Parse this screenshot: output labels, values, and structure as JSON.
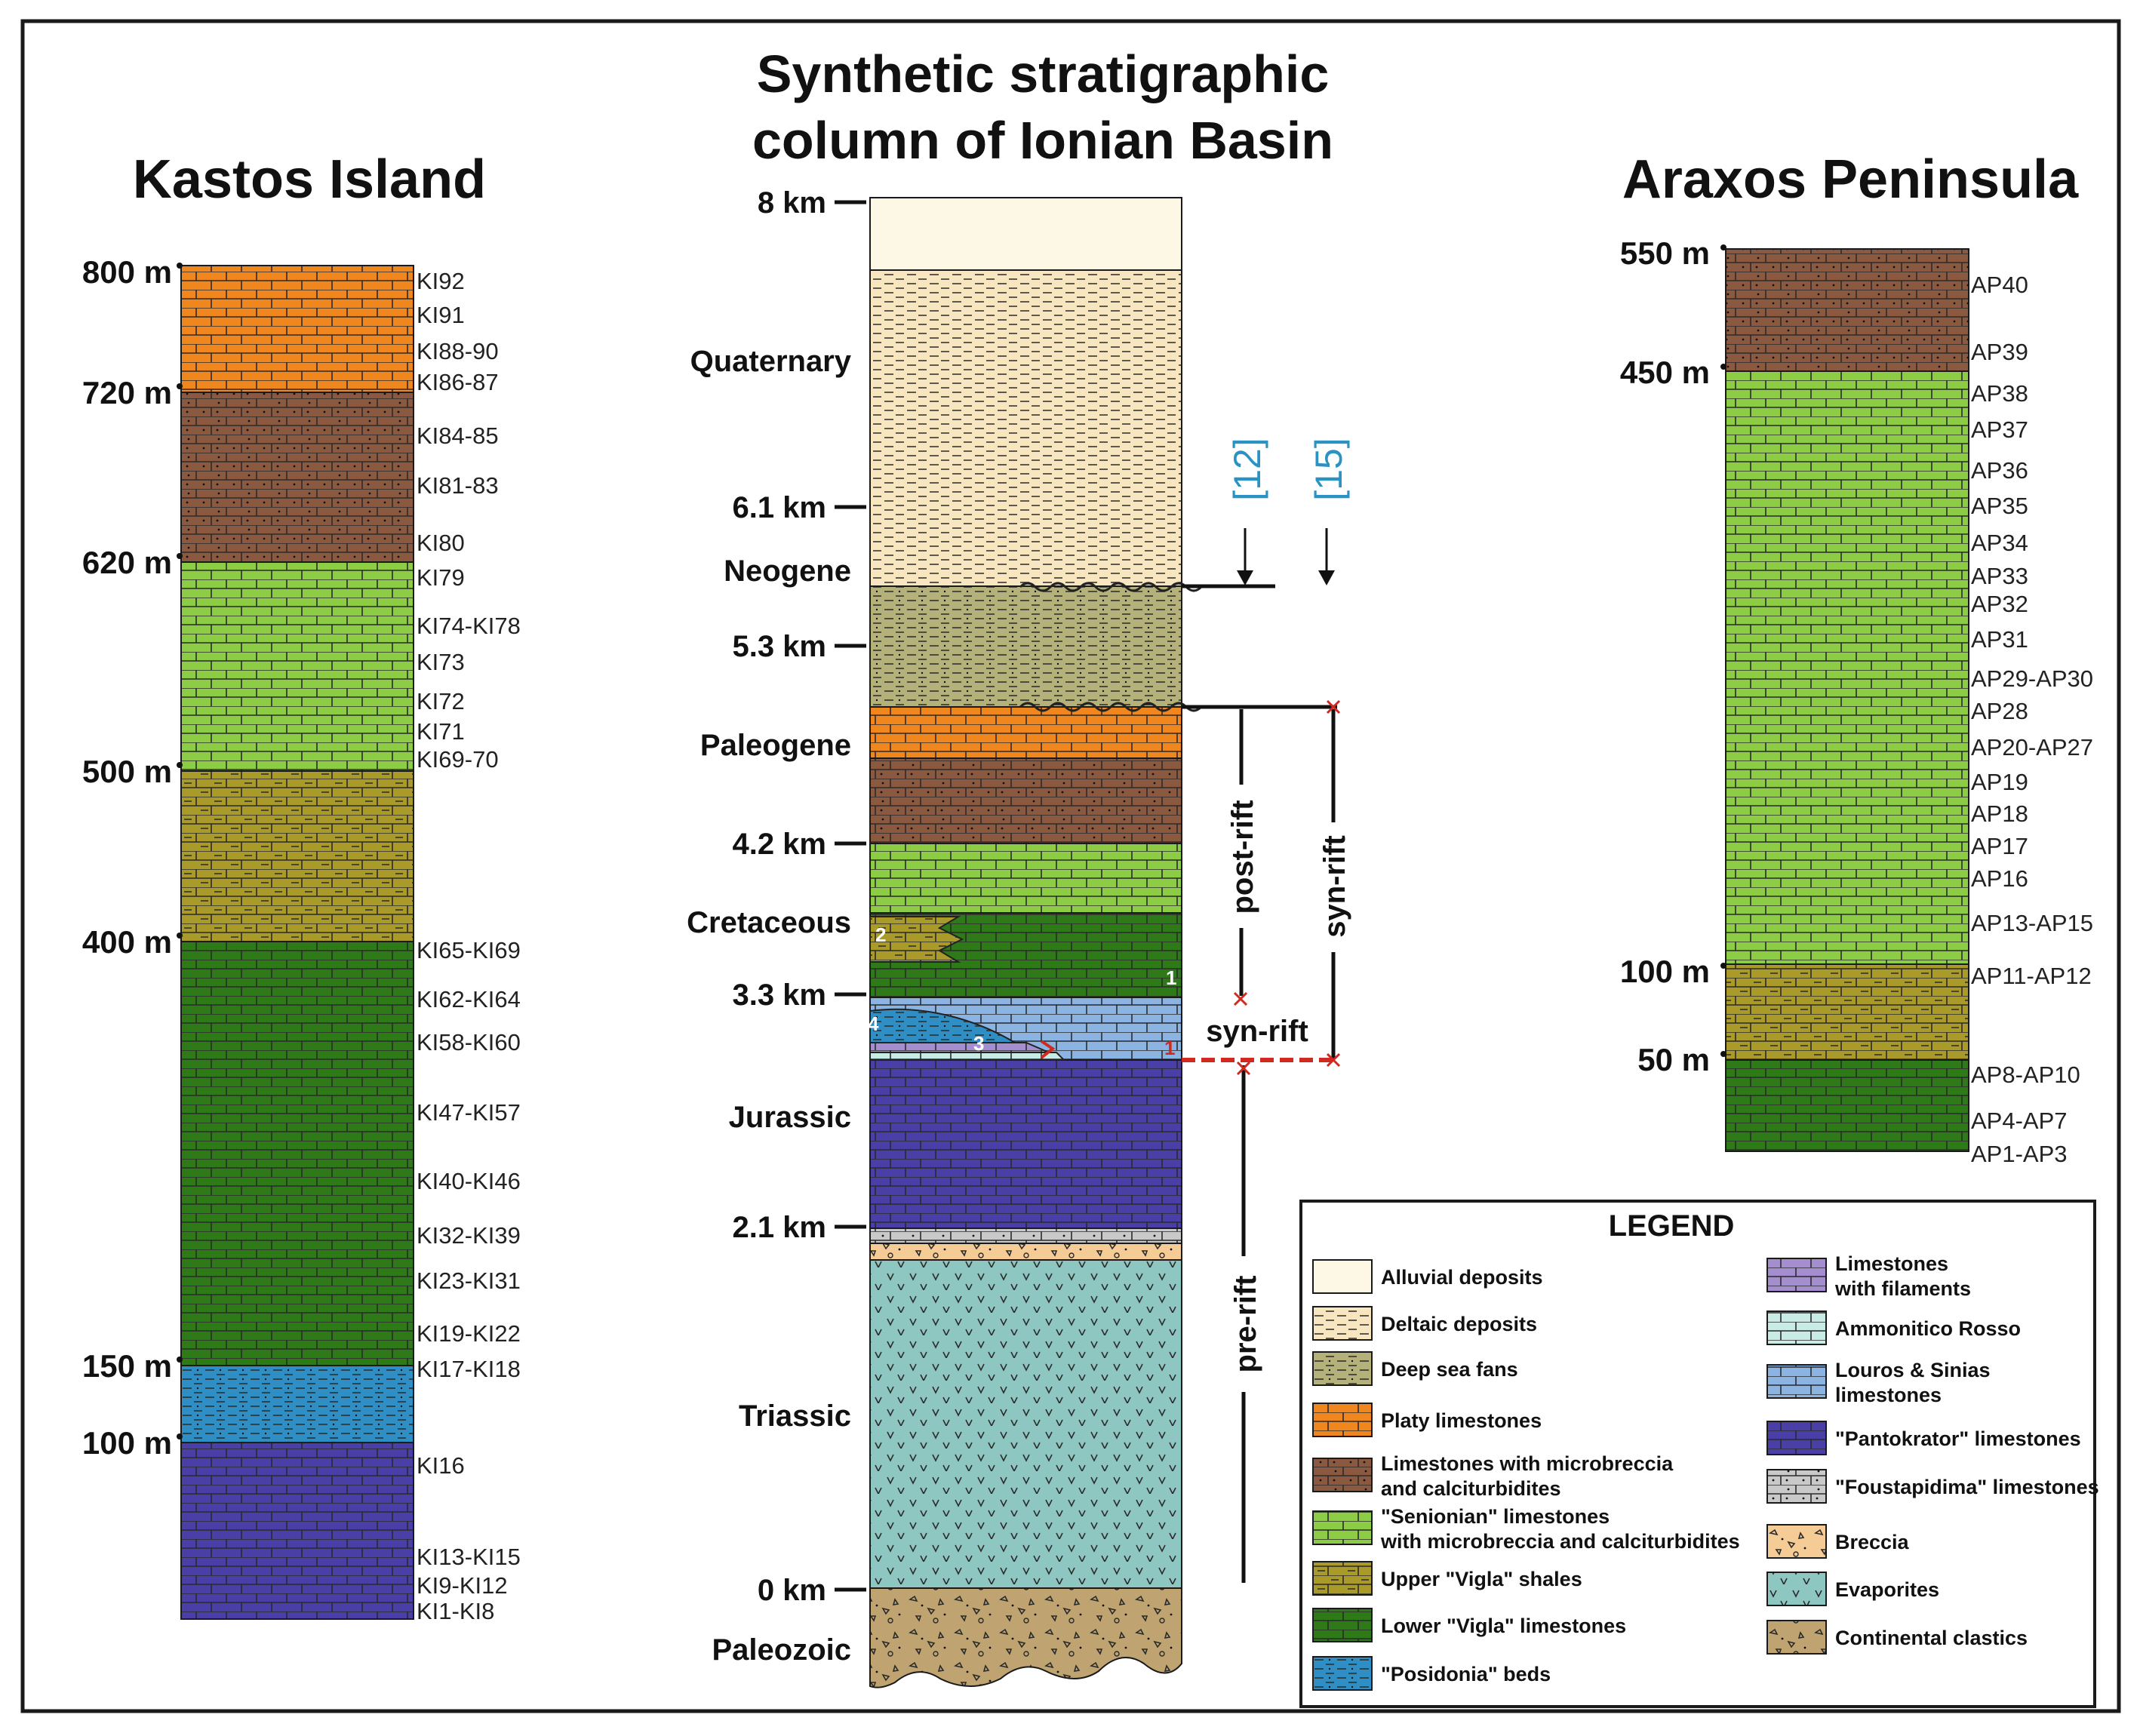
{
  "titles": {
    "kastos": "Kastos Island",
    "main_line1": "Synthetic stratigraphic",
    "main_line2": "column of Ionian Basin",
    "araxos": "Araxos Peninsula"
  },
  "lithologies": {
    "alluvial": {
      "label": "Alluvial deposits",
      "color": "#fdf8e6",
      "pattern": "none"
    },
    "deltaic": {
      "label": "Deltaic deposits",
      "color": "#f7e6bf",
      "pattern": "dash"
    },
    "deepsea": {
      "label": "Deep sea fans",
      "color": "#b4b27a",
      "pattern": "dashdot"
    },
    "platy": {
      "label": "Platy limestones",
      "color": "#f0861e",
      "pattern": "brick"
    },
    "microbreccia": {
      "label": "Limestones with microbreccia and calciturbidites",
      "color": "#8b5840",
      "pattern": "brickdot"
    },
    "senonian": {
      "label": "\"Senionian\" limestones with microbreccia and calciturbidites",
      "color": "#8ccd45",
      "pattern": "brick"
    },
    "upper_vigla": {
      "label": "Upper \"Vigla\" shales",
      "color": "#a99a2a",
      "pattern": "brickdash"
    },
    "lower_vigla": {
      "label": "Lower \"Vigla\" limestones",
      "color": "#2f7a18",
      "pattern": "brick"
    },
    "posidonia": {
      "label": "\"Posidonia\" beds",
      "color": "#2f8fc4",
      "pattern": "dashdot"
    },
    "filaments": {
      "label": "Limestones with filaments",
      "color": "#a58ed0",
      "pattern": "brick"
    },
    "ammonitico": {
      "label": "Ammonitico Rosso",
      "color": "#c8ebe6",
      "pattern": "brick"
    },
    "louros": {
      "label": "Louros & Sinias limestones",
      "color": "#8cb4e2",
      "pattern": "brick"
    },
    "pantokrator": {
      "label": "\"Pantokrator\" limestones",
      "color": "#4a3fa6",
      "pattern": "brick"
    },
    "foustapidima": {
      "label": "\"Foustapidima\" limestones",
      "color": "#c9c9c9",
      "pattern": "brickdot"
    },
    "breccia": {
      "label": "Breccia",
      "color": "#f6cc96",
      "pattern": "breccia"
    },
    "evaporites": {
      "label": "Evaporites",
      "color": "#8ec6c2",
      "pattern": "v"
    },
    "clastics": {
      "label": "Continental clastics",
      "color": "#bfa471",
      "pattern": "breccia"
    }
  },
  "legend": {
    "title": "LEGEND",
    "left_order": [
      "alluvial",
      "deltaic",
      "deepsea",
      "platy",
      "microbreccia",
      "senonian",
      "upper_vigla",
      "lower_vigla",
      "posidonia"
    ],
    "left_lines": [
      [
        "Alluvial deposits"
      ],
      [
        "Deltaic deposits"
      ],
      [
        "Deep sea fans"
      ],
      [
        "Platy limestones"
      ],
      [
        "Limestones with microbreccia",
        "and calciturbidites"
      ],
      [
        "\"Senionian\" limestones",
        "with microbreccia and calciturbidites"
      ],
      [
        "Upper \"Vigla\" shales"
      ],
      [
        "Lower \"Vigla\" limestones"
      ],
      [
        "\"Posidonia\" beds"
      ]
    ],
    "right_order": [
      "filaments",
      "ammonitico",
      "louros",
      "pantokrator",
      "foustapidima",
      "breccia",
      "evaporites",
      "clastics"
    ],
    "right_lines": [
      [
        "Limestones",
        "with filaments"
      ],
      [
        "Ammonitico Rosso"
      ],
      [
        "Louros & Sinias",
        "limestones"
      ],
      [
        "\"Pantokrator\" limestones"
      ],
      [
        "\"Foustapidima\" limestones"
      ],
      [
        "Breccia"
      ],
      [
        "Evaporites"
      ],
      [
        "Continental clastics"
      ]
    ]
  },
  "kastos": {
    "units": [
      "platy",
      "microbreccia",
      "senonian",
      "upper_vigla",
      "lower_vigla",
      "posidonia",
      "pantokrator"
    ],
    "depth_labels": [
      "800 m",
      "720 m",
      "620 m",
      "500 m",
      "400 m",
      "150 m",
      "100 m"
    ],
    "samples": [
      "KI92",
      "KI91",
      "KI88-90",
      "KI86-87",
      "KI84-85",
      "KI81-83",
      "KI80",
      "KI79",
      "KI74-KI78",
      "KI73",
      "KI72",
      "KI71",
      "KI69-70",
      "KI65-KI69",
      "KI62-KI64",
      "KI58-KI60",
      "KI47-KI57",
      "KI40-KI46",
      "KI32-KI39",
      "KI23-KI31",
      "KI19-KI22",
      "KI17-KI18",
      "KI16",
      "KI13-KI15",
      "KI9-KI12",
      "KI1-KI8"
    ]
  },
  "synthetic": {
    "depth_labels": [
      "8 km",
      "6.1 km",
      "5.3 km",
      "4.2 km",
      "3.3 km",
      "2.1 km",
      "0 km"
    ],
    "periods": [
      "Quaternary",
      "Neogene",
      "Paleogene",
      "Cretaceous",
      "Jurassic",
      "Triassic",
      "Paleozoic"
    ],
    "units": [
      "alluvial",
      "deltaic",
      "deepsea",
      "platy",
      "microbreccia",
      "senonian",
      "lower_vigla",
      "louros",
      "pantokrator",
      "foustapidima",
      "breccia",
      "evaporites",
      "clastics"
    ],
    "refs": [
      "[12]",
      "[15]"
    ],
    "phases": {
      "post_rift": "post-rift",
      "syn_rift_a": "syn-rift",
      "syn_rift_b": "syn-rift",
      "pre_rift": "pre-rift"
    },
    "numbers": [
      "1",
      "2",
      "3",
      "4",
      "1"
    ]
  },
  "araxos": {
    "units": [
      "microbreccia",
      "senonian",
      "upper_vigla",
      "lower_vigla"
    ],
    "depth_labels": [
      "550 m",
      "450 m",
      "100 m",
      "50 m"
    ],
    "samples": [
      "AP40",
      "AP39",
      "AP38",
      "AP37",
      "AP36",
      "AP35",
      "AP34",
      "AP33",
      "AP32",
      "AP31",
      "AP29-AP30",
      "AP28",
      "AP20-AP27",
      "AP19",
      "AP18",
      "AP17",
      "AP16",
      "AP13-AP15",
      "AP11-AP12",
      "AP8-AP10",
      "AP4-AP7",
      "AP1-AP3"
    ]
  },
  "colors": {
    "ref_blue": "#2a93c3",
    "fault_red": "#d02a20",
    "frame": "#1a1a1a"
  }
}
